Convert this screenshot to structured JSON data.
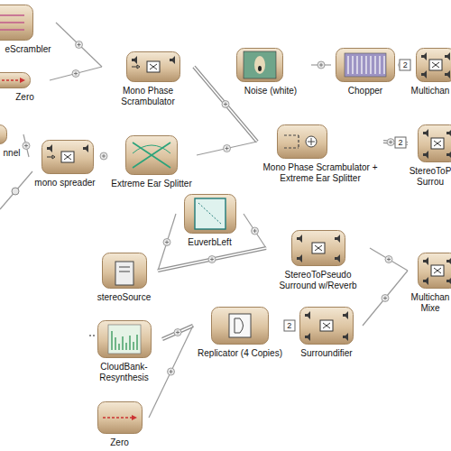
{
  "diagram": {
    "nodes": [
      {
        "text": [
          "eScrambler"
        ]
      },
      {
        "text": [
          "Zero"
        ]
      },
      {
        "text": [
          "Mono Phase Scrambulator"
        ]
      },
      {
        "text": [
          "nnel"
        ]
      },
      {
        "text": [
          "mono spreader"
        ]
      },
      {
        "text": [
          "Extreme Ear Splitter"
        ]
      },
      {
        "text": [
          "Noise (white)"
        ]
      },
      {
        "text": [
          "Chopper"
        ]
      },
      {
        "text": [
          "Multichan"
        ]
      },
      {
        "text": [
          "Mono Phase Scrambulator + Extreme Ear Splitter"
        ]
      },
      {
        "text": [
          "StereoToP Surrou"
        ]
      },
      {
        "text": [
          "EuverbLeft"
        ]
      },
      {
        "text": [
          "stereoSource"
        ]
      },
      {
        "text": [
          "StereoToPseudo Surround w/Reverb"
        ]
      },
      {
        "text": [
          "Multichan Mixe"
        ]
      },
      {
        "text": [
          "CloudBank- Resynthesis"
        ]
      },
      {
        "text": [
          "Replicator (4 Copies)"
        ]
      },
      {
        "text": [
          "Surroundifier"
        ]
      },
      {
        "text": [
          "Zero"
        ]
      }
    ],
    "edges": [
      {
        "from": 0,
        "to": 2,
        "arrow": "none"
      },
      {
        "from": 1,
        "to": 2,
        "arrow": "none"
      },
      {
        "from": 3,
        "to": 4,
        "arrow": "none"
      },
      {
        "from": 4,
        "to": 5,
        "arrow": "none"
      },
      {
        "from": 2,
        "to": 9,
        "arrow": "none"
      },
      {
        "from": 5,
        "to": 9,
        "arrow": "none"
      },
      {
        "from": 6,
        "to": 7,
        "arrow": "none"
      },
      {
        "from": 7,
        "to": 8,
        "label": "2",
        "arrow": "none"
      },
      {
        "from": 9,
        "to": 10,
        "label": "2",
        "arrow": "none"
      },
      {
        "from": 12,
        "to": 11,
        "arrow": "none"
      },
      {
        "from": 11,
        "to": 13,
        "arrow": "none"
      },
      {
        "from": 12,
        "to": 13,
        "arrow": "none"
      },
      {
        "from": 13,
        "to": 14,
        "arrow": "none"
      },
      {
        "from": 15,
        "to": 16,
        "arrow": "none"
      },
      {
        "from": 18,
        "to": 16,
        "arrow": "none"
      },
      {
        "from": 16,
        "to": 17,
        "label": "2",
        "arrow": "none"
      },
      {
        "from": 17,
        "to": 14,
        "arrow": "none"
      }
    ]
  }
}
